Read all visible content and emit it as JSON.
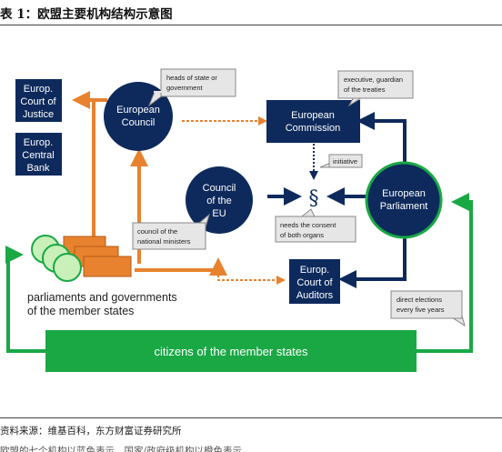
{
  "title": "表 1：欧盟主要机构结构示意图",
  "source": "资料来源：维基百科，东方财富证券研究所",
  "footnote_partial": "欧盟的七个机构以蓝色表示，国家/政府级机构以橙色表示",
  "nodes": {
    "court_of_justice": [
      "Europ.",
      "Court of",
      "Justice"
    ],
    "central_bank": [
      "Europ.",
      "Central",
      "Bank"
    ],
    "european_council": [
      "European",
      "Council"
    ],
    "european_commission": [
      "European",
      "Commission"
    ],
    "council_eu": [
      "Council",
      "of the",
      "EU"
    ],
    "european_parliament": [
      "European",
      "Parliament"
    ],
    "court_of_auditors": [
      "Europ.",
      "Court of",
      "Auditors"
    ],
    "section_symbol": "§",
    "member_states_label": [
      "parliaments and governments",
      "of the member states"
    ],
    "citizens": "citizens of the member states"
  },
  "callouts": {
    "heads_of_state": [
      "heads of state or",
      "government"
    ],
    "guardian": [
      "executive, guardian",
      "of the treaties"
    ],
    "initiative": "initiative",
    "consent": [
      "needs the consent",
      "of both organs"
    ],
    "national_ministers": [
      "council of the",
      "national ministers"
    ],
    "elections": [
      "direct elections",
      "every five years"
    ]
  },
  "colors": {
    "navy": "#0e2a5c",
    "orange": "#e8822e",
    "green": "#1aa845",
    "light_green": "#c8f0b8",
    "callout_gray": "#e6e6e6"
  }
}
